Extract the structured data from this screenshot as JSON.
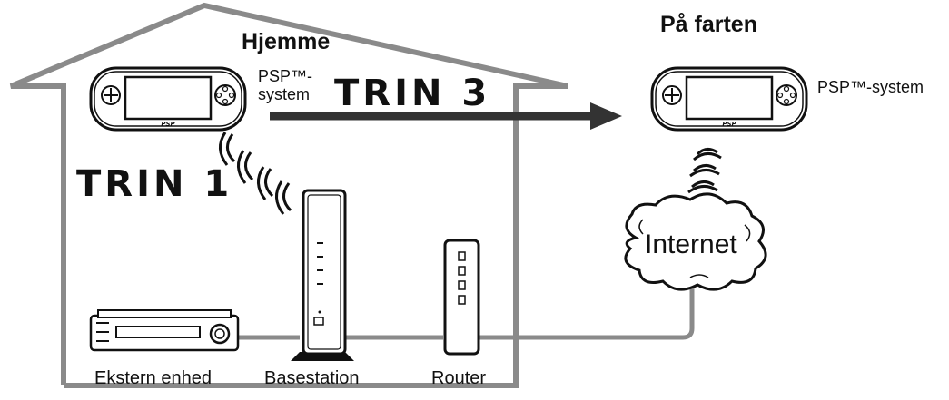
{
  "home": {
    "title": "Hjemme"
  },
  "away": {
    "title": "På farten"
  },
  "steps": {
    "step1": "TRIN 1",
    "step3": "TRIN 3"
  },
  "devices": {
    "psp_home": "PSP™-\nsystem",
    "psp_away": "PSP™-system",
    "external": "Ekstern enhed",
    "basestation": "Basestation",
    "router": "Router",
    "internet": "Internet"
  },
  "colors": {
    "house_outline": "#8a8a8a",
    "cable": "#8a8a8a",
    "device_fill": "#ffffff",
    "device_stroke": "#111111",
    "arrow": "#333333"
  }
}
